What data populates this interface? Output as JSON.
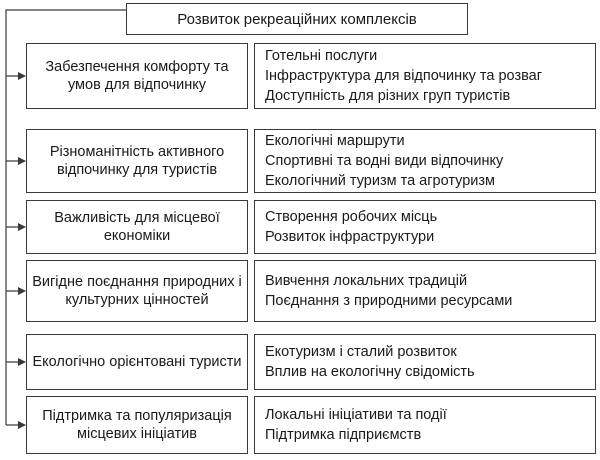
{
  "title": "Розвиток рекреаційних комплексів",
  "rows": [
    {
      "category": "Забезпечення комфорту та умов для відпочинку",
      "items": [
        "Готельні послуги",
        "Інфраструктура для відпочинку та розваг",
        "Доступність для різних груп туристів"
      ]
    },
    {
      "category": "Різноманітність активного відпочинку для туристів",
      "items": [
        "Екологічні маршрути",
        "Спортивні та водні види відпочинку",
        "Екологічний туризм та агротуризм"
      ]
    },
    {
      "category": "Важливість для місцевої економіки",
      "items": [
        "Створення робочих місць",
        "Розвиток інфраструктури"
      ]
    },
    {
      "category": "Вигідне поєднання природних і культурних цінностей",
      "items": [
        "Вивчення локальних традицій",
        "Поєднання з природними ресурсами"
      ]
    },
    {
      "category": "Екологічно орієнтовані туристи",
      "items": [
        "Екотуризм і сталий розвиток",
        "Вплив на екологічну свідомість"
      ]
    },
    {
      "category": "Підтримка та популяризація місцевих ініціатив",
      "items": [
        "Локальні ініціативи та події",
        "Підтримка підприємств"
      ]
    }
  ]
}
